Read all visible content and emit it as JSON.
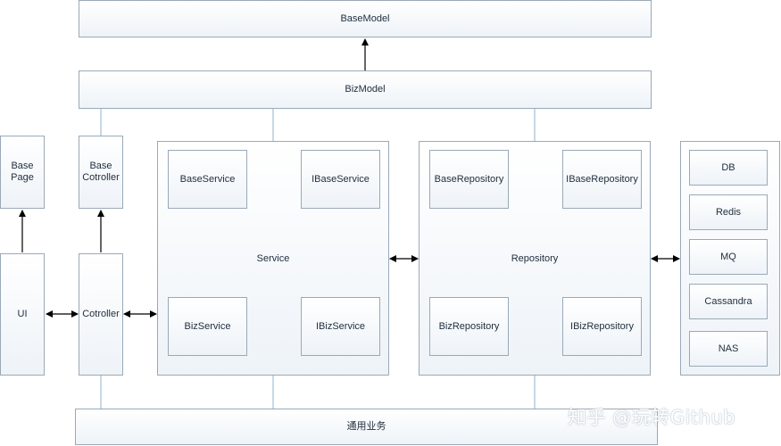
{
  "nodes": {
    "base_model": "BaseModel",
    "biz_model": "BizModel",
    "base_page": "Base\nPage",
    "base_controller": "Base\nCotroller",
    "ui": "UI",
    "controller": "Cotroller",
    "common": "通用业务"
  },
  "service": {
    "label": "Service",
    "base_service": "BaseService",
    "i_base_service": "IBaseService",
    "biz_service": "BizService",
    "i_biz_service": "IBizService"
  },
  "repository": {
    "label": "Repository",
    "base_repository": "BaseRepository",
    "i_base_repository": "IBaseRepository",
    "biz_repository": "BizRepository",
    "i_biz_repository": "IBizRepository"
  },
  "storage": {
    "items": [
      "DB",
      "Redis",
      "MQ",
      "Cassandra",
      "NAS"
    ]
  },
  "watermark": "知乎 @玩转Github",
  "colors": {
    "border": "#9aa9b8",
    "line": "#000000",
    "connector": "#8fb2cf"
  }
}
